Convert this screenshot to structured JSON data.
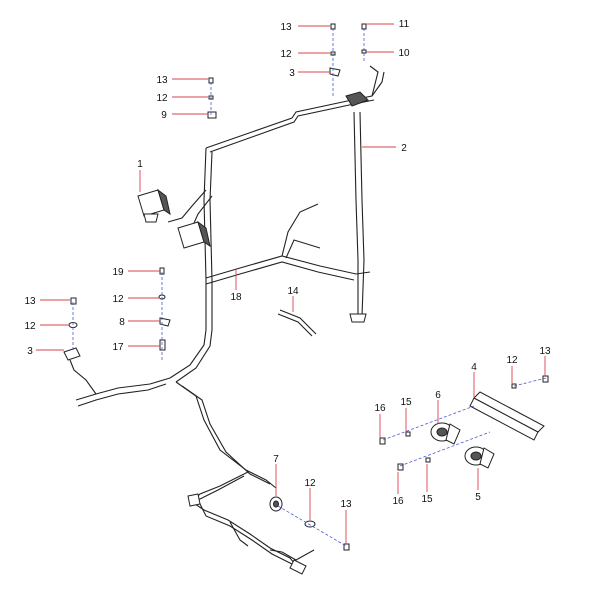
{
  "callouts": [
    {
      "id": "c13a",
      "label": "13"
    },
    {
      "id": "c11",
      "label": "11"
    },
    {
      "id": "c12a",
      "label": "12"
    },
    {
      "id": "c10",
      "label": "10"
    },
    {
      "id": "c3a",
      "label": "3"
    },
    {
      "id": "c13b",
      "label": "13"
    },
    {
      "id": "c12b",
      "label": "12"
    },
    {
      "id": "c9",
      "label": "9"
    },
    {
      "id": "c2",
      "label": "2"
    },
    {
      "id": "c1",
      "label": "1"
    },
    {
      "id": "c19",
      "label": "19"
    },
    {
      "id": "c12c",
      "label": "12"
    },
    {
      "id": "c18",
      "label": "18"
    },
    {
      "id": "c13c",
      "label": "13"
    },
    {
      "id": "c12d",
      "label": "12"
    },
    {
      "id": "c8",
      "label": "8"
    },
    {
      "id": "c14",
      "label": "14"
    },
    {
      "id": "c17",
      "label": "17"
    },
    {
      "id": "c3b",
      "label": "3"
    },
    {
      "id": "c4",
      "label": "4"
    },
    {
      "id": "c12e",
      "label": "12"
    },
    {
      "id": "c13d",
      "label": "13"
    },
    {
      "id": "c16a",
      "label": "16"
    },
    {
      "id": "c15a",
      "label": "15"
    },
    {
      "id": "c6",
      "label": "6"
    },
    {
      "id": "c7",
      "label": "7"
    },
    {
      "id": "c12f",
      "label": "12"
    },
    {
      "id": "c16b",
      "label": "16"
    },
    {
      "id": "c15b",
      "label": "15"
    },
    {
      "id": "c5",
      "label": "5"
    },
    {
      "id": "c13e",
      "label": "13"
    }
  ]
}
